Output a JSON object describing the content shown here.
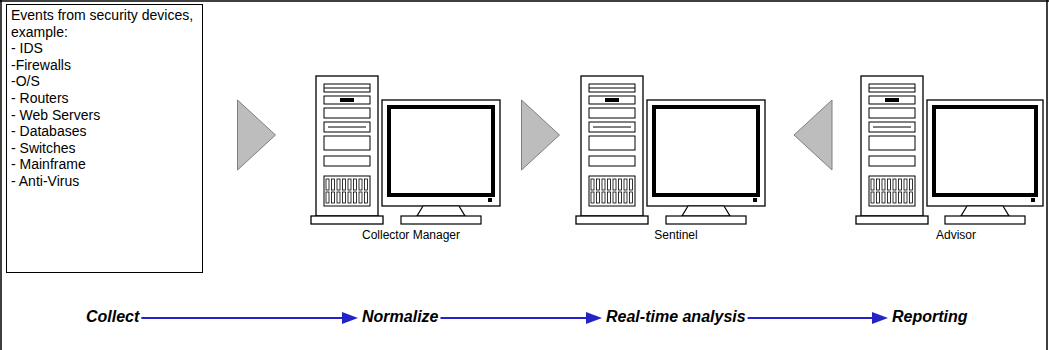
{
  "diagram": {
    "nodes": [
      {
        "text": [
          "Events from security devices, example:",
          "- IDS",
          "-Firewalls",
          "-O/S",
          "- Routers",
          "- Web Servers",
          "- Databases",
          "- Switches",
          "- Mainframe",
          "- Anti-Virus"
        ]
      },
      {
        "text": [
          "Collector Manager"
        ]
      },
      {
        "text": [
          "Sentinel"
        ]
      },
      {
        "text": [
          "Advisor"
        ]
      }
    ],
    "edges": [
      {
        "from": 0,
        "to": 1,
        "arrow": "to"
      },
      {
        "from": 1,
        "to": 2,
        "arrow": "to"
      },
      {
        "from": 3,
        "to": 2,
        "arrow": "to"
      }
    ],
    "labels": [
      "Collect",
      "Normalize",
      "Real-time analysis",
      "Reporting"
    ]
  }
}
